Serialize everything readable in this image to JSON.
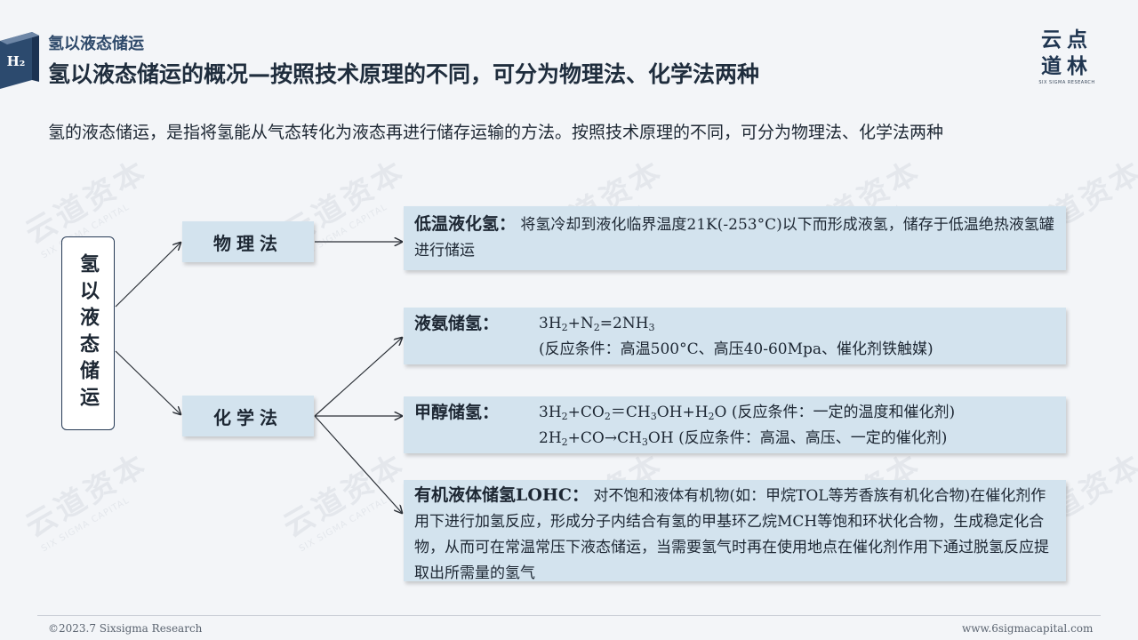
{
  "header": {
    "badge_label": "H₂",
    "sub_title": "氢以液态储运",
    "main_title": "氢以液态储运的概况—按照技术原理的不同，可分为物理法、化学法两种"
  },
  "logo": {
    "line1": "云点",
    "line2": "道林",
    "sub": "SIX SIGMA RESEARCH"
  },
  "intro": "氢的液态储运，是指将氢能从气态转化为液态再进行储存运输的方法。按照技术原理的不同，可分为物理法、化学法两种",
  "diagram": {
    "root": "氢以液态储运",
    "physical": "物理法",
    "chemical": "化学法",
    "box1": {
      "label": "低温液化氢：",
      "text": "将氢冷却到液化临界温度21K(-253°C)以下而形成液氢，储存于低温绝热液氢罐进行储运"
    },
    "box2": {
      "label": "液氨储氢：",
      "eq": "3H2+N2=2NH3",
      "cond": "(反应条件：高温500°C、高压40-60Mpa、催化剂铁触媒)"
    },
    "box3": {
      "label": "甲醇储氢：",
      "line1": "3H2+CO2＝CH3OH+H2O (反应条件：一定的温度和催化剂)",
      "line2": "2H2+CO→CH3OH (反应条件：高温、高压、一定的催化剂)"
    },
    "box4": {
      "label": "有机液体储氢LOHC：",
      "text": "对不饱和液体有机物(如：甲烷TOL等芳香族有机化合物)在催化剂作用下进行加氢反应，形成分子内结合有氢的甲基环乙烷MCH等饱和环状化合物，生成稳定化合物，从而可在常温常压下液态储运，当需要氢气时再在使用地点在催化剂作用下通过脱氢反应提取出所需量的氢气"
    }
  },
  "watermark": {
    "text": "云道资本",
    "sub": "SIX SIGMA CAPITAL"
  },
  "footer": {
    "left": "©2023.7 Sixsigma Research",
    "right": "www.6sigmacapital.com"
  }
}
